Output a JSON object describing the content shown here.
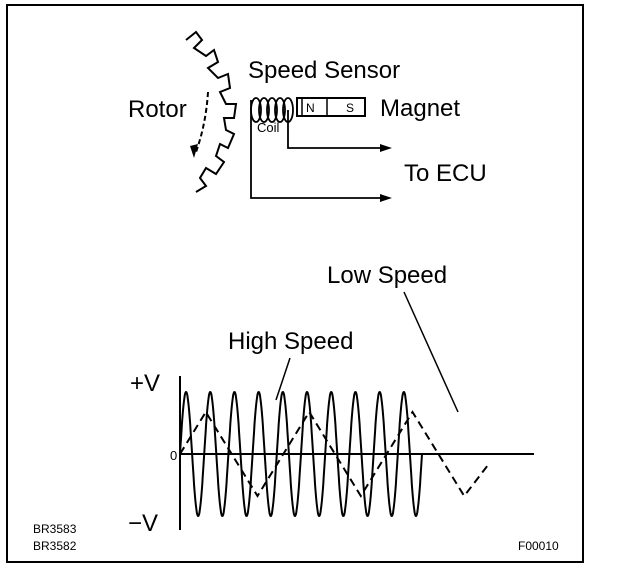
{
  "diagram": {
    "sensor_title": "Speed Sensor",
    "rotor_label": "Rotor",
    "magnet_label": "Magnet",
    "coil_label": "Coil",
    "pole_north": "N",
    "pole_south": "S",
    "output_label": "To ECU"
  },
  "waveform": {
    "high_speed_label": "High Speed",
    "low_speed_label": "Low Speed",
    "positive_label": "+V",
    "negative_label": "−V",
    "origin_label": "0",
    "high_speed_cycles": 10,
    "low_speed_cycles": 3
  },
  "codes": {
    "ref_1": "BR3583",
    "ref_2": "BR3582",
    "figure_id": "F00010"
  }
}
